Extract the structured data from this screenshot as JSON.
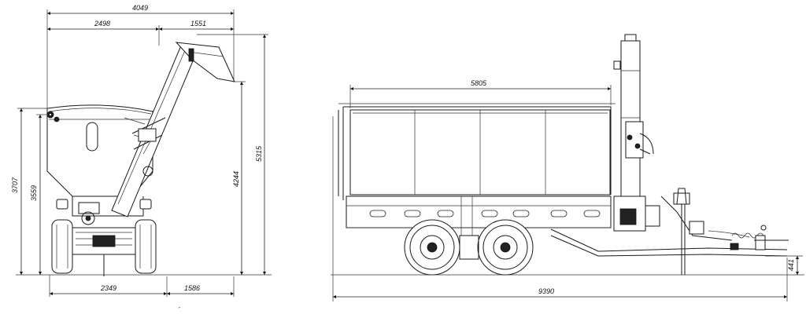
{
  "dimensions": {
    "front": {
      "overall_width": "4049",
      "hopper_width": "2498",
      "auger_offset": "1551",
      "hopper_height": "3707",
      "body_height": "3559",
      "discharge_height": "4244",
      "auger_top_height": "5315",
      "track_width": "2349",
      "auger_reach": "1586"
    },
    "side": {
      "body_length": "5805",
      "overall_length": "9390",
      "drawbar_height": "441"
    }
  },
  "footnote_mark": "´"
}
